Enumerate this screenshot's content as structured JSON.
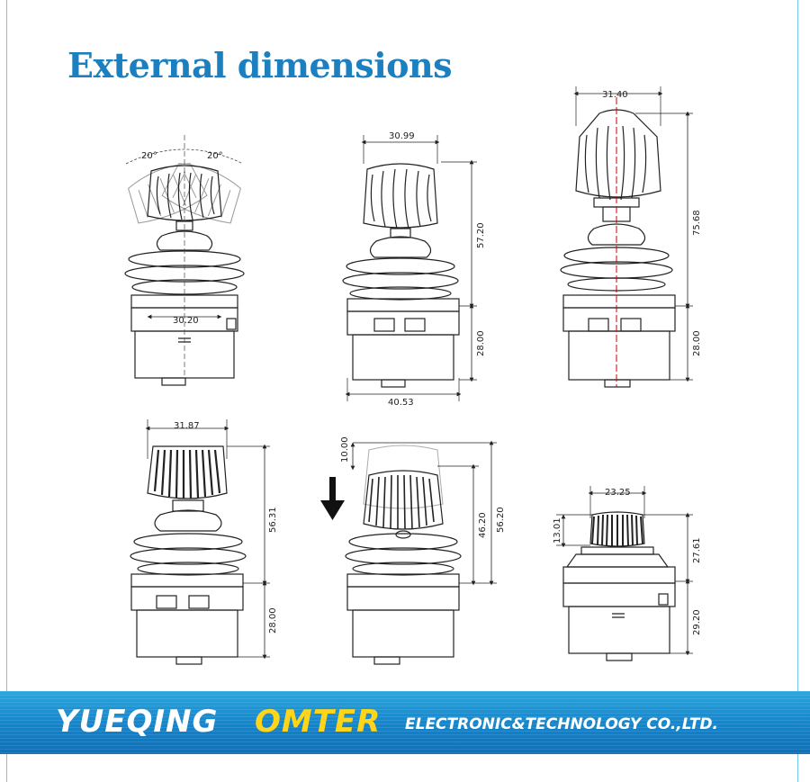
{
  "header": {
    "title": "External dimensions"
  },
  "diagrams": [
    {
      "name": "tilt-view",
      "dimensions": [
        "20°",
        "20°",
        "30.20"
      ]
    },
    {
      "name": "front-view",
      "dimensions": [
        "30.99",
        "57.20",
        "28.00",
        "40.53"
      ]
    },
    {
      "name": "side-view",
      "dimensions": [
        "31.40",
        "75.68",
        "28.00"
      ]
    },
    {
      "name": "short-knob-view",
      "dimensions": [
        "31.87",
        "56.31",
        "28.00"
      ]
    },
    {
      "name": "press-view",
      "dimensions": [
        "10.00",
        "46.20",
        "56.20"
      ]
    },
    {
      "name": "compact-view",
      "dimensions": [
        "23.25",
        "13.01",
        "27.61",
        "29.20"
      ]
    }
  ],
  "footer": {
    "brand_name": "YUEQING",
    "brand_highlight": "OMTER",
    "tagline": "ELECTRONIC&TECHNOLOGY  CO.,LTD."
  },
  "colors": {
    "title": "#1b7fc0",
    "band": "#1689cf",
    "highlight": "#ffd51a",
    "centerline": "#cc0000"
  }
}
